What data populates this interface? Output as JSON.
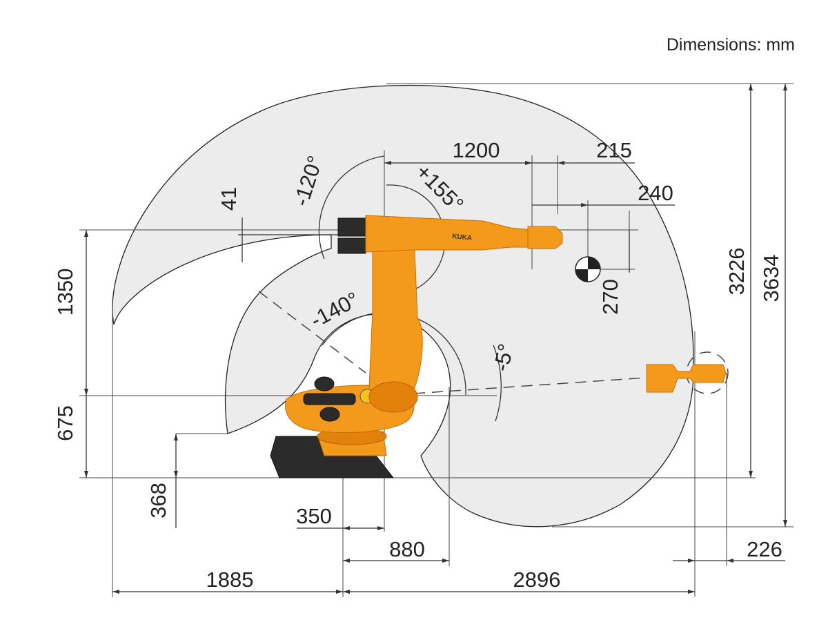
{
  "units_label": "Dimensions: mm",
  "dimensions": {
    "d1200": "1200",
    "d215": "215",
    "d240": "240",
    "d41": "41",
    "d270": "270",
    "d3226": "3226",
    "d3634": "3634",
    "d1350": "1350",
    "d675": "675",
    "d368": "368",
    "d350": "350",
    "d880": "880",
    "d1885": "1885",
    "d2896": "2896",
    "d226": "226"
  },
  "angles": {
    "a1": "-120°",
    "a2": "+155°",
    "a3": "-140°",
    "a4": "-5°"
  },
  "logo": "KUKA",
  "colors": {
    "robot": "#f39a1c",
    "workspace": "#ececec",
    "base": "#2b2b2b"
  }
}
